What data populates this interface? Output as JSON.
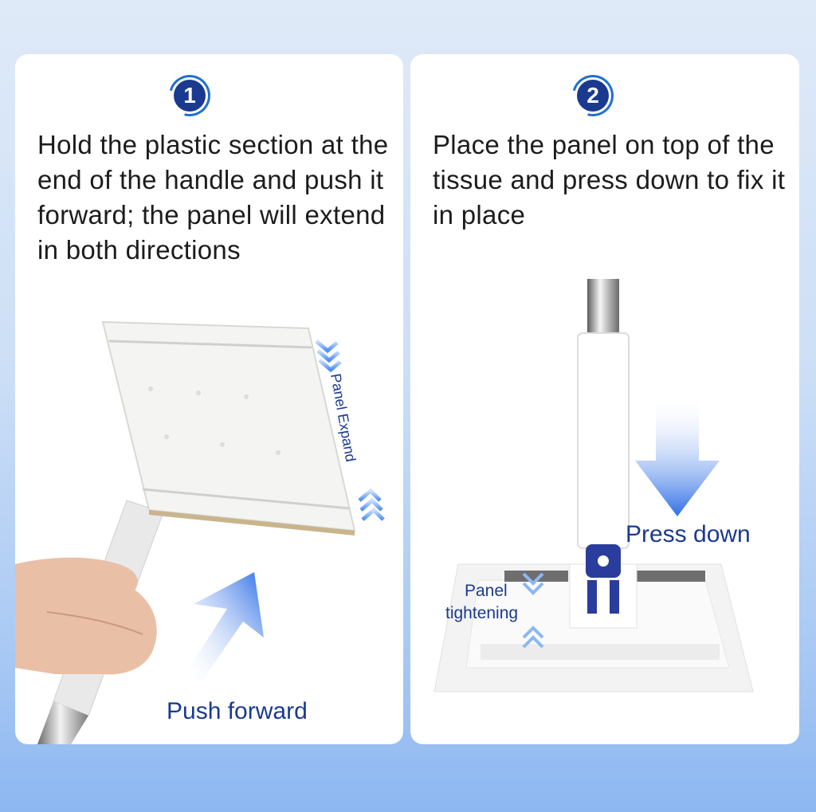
{
  "steps": [
    {
      "number": "1",
      "text": "Hold the plastic section at the end of the handle and push it forward; the panel will extend in both directions",
      "labels": {
        "panel_expand": "Panel Expand",
        "push_forward": "Push forward"
      }
    },
    {
      "number": "2",
      "text": "Place the panel on top of the tissue and press down to fix it in place",
      "labels": {
        "press_down": "Press down",
        "panel_line1": "Panel",
        "panel_line2": "tightening"
      }
    }
  ],
  "colors": {
    "accent_navy": "#1a3a8f",
    "accent_blue": "#1f6fd1",
    "arrow_blue": "#3b82f6"
  }
}
